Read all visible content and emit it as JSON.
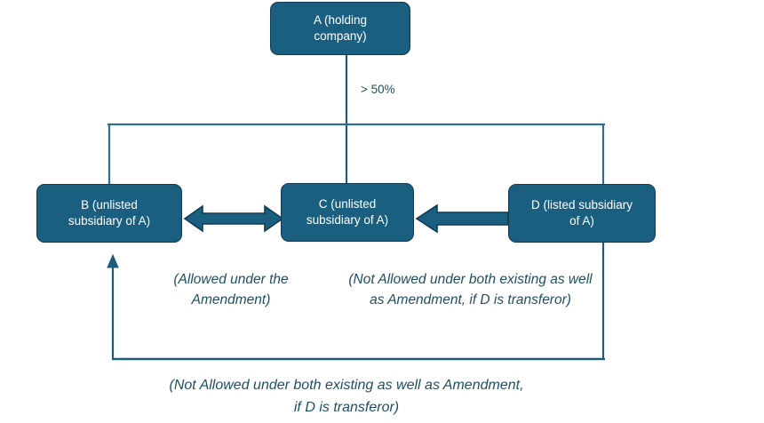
{
  "diagram": {
    "title": "Holding company subsidiary transfer structure",
    "colors": {
      "node_fill": "#1b5f80",
      "node_border": "#123a52",
      "node_text": "#ffffff",
      "line": "#1b5f80",
      "arrow_fill": "#1b5f80",
      "arrow_border": "#123a52",
      "annotation_text": "#1F4E62",
      "background": "#ffffff"
    },
    "nodes": [
      {
        "id": "A",
        "label_line1": "A (holding",
        "label_line2": "company)",
        "label": "A (holding company)"
      },
      {
        "id": "B",
        "label_line1": "B (unlisted",
        "label_line2": "subsidiary of A)",
        "label": "B (unlisted subsidiary of A)"
      },
      {
        "id": "C",
        "label_line1": "C (unlisted",
        "label_line2": "subsidiary of A)",
        "label": "C (unlisted subsidiary of A)"
      },
      {
        "id": "D",
        "label_line1": "D (listed subsidiary",
        "label_line2": "of A)",
        "label": "D (listed subsidiary of A)"
      }
    ],
    "edge_labels": {
      "ownership": "> 50%"
    },
    "annotations": {
      "b_to_c": {
        "line1": "(Allowed under the",
        "line2": "Amendment)",
        "text": "(Allowed under the Amendment)"
      },
      "d_to_c": {
        "line1": "(Not Allowed under both",
        "line2": "existing as well as",
        "line3": "Amendment, if D is transferor)",
        "text": "(Not Allowed under both existing as well as Amendment, if D is transferor)"
      },
      "d_to_b": {
        "line1": "(Not Allowed under both existing as well",
        "line2": "as Amendment, if D is transferor)",
        "text": "(Not Allowed under both existing as well as Amendment, if D is transferor)"
      }
    }
  }
}
